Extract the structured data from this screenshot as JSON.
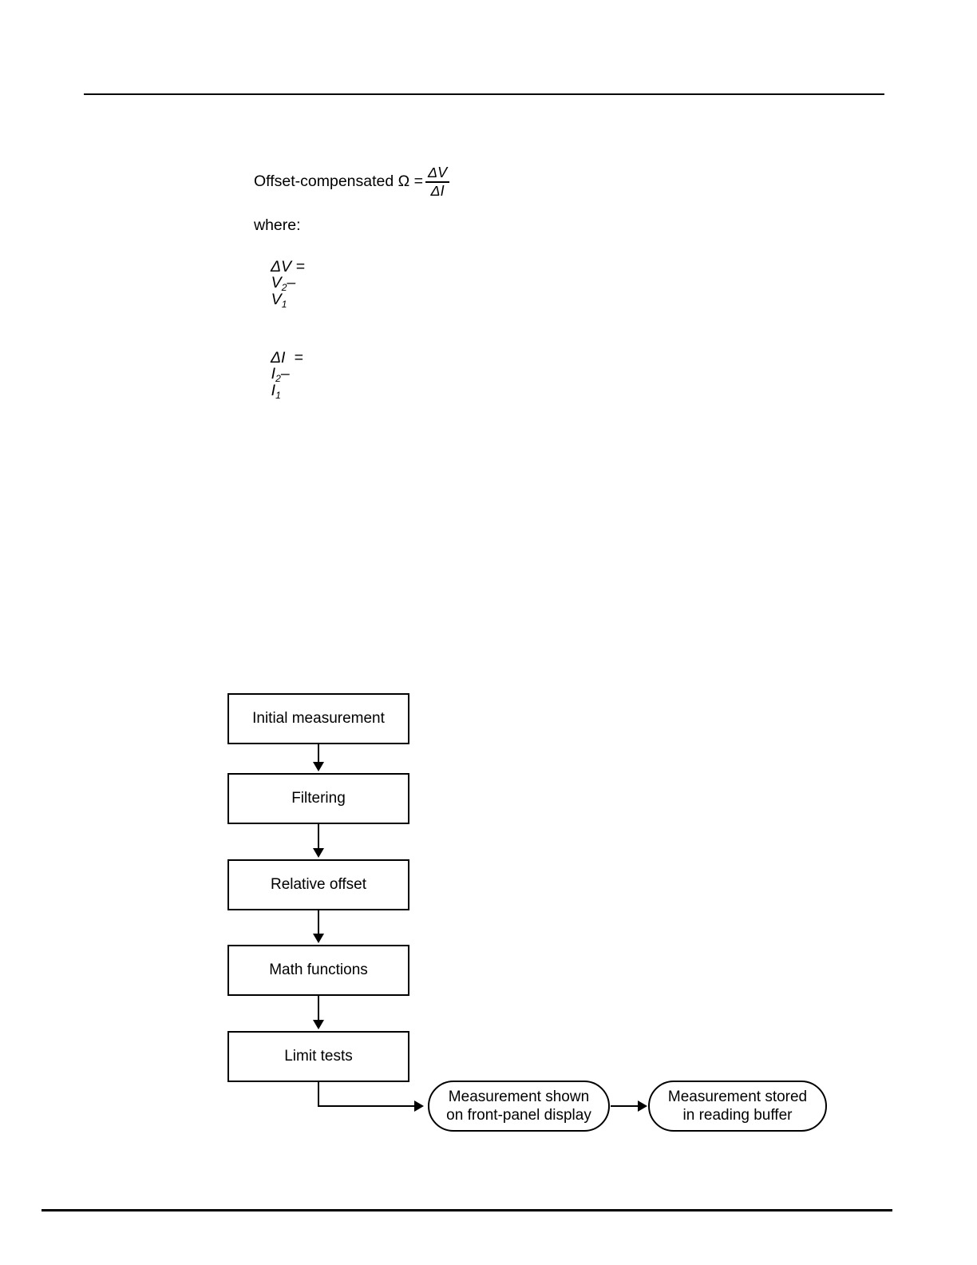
{
  "page": {
    "background_color": "#ffffff",
    "ink_color": "#000000",
    "header_rule": true,
    "footer_rule": true
  },
  "formula": {
    "lead_text": "Offset-compensated Ω =",
    "fraction": {
      "numerator": "ΔV",
      "denominator": "ΔI"
    },
    "where_label": "where:",
    "definitions": [
      {
        "lhs": "ΔV",
        "equals": "=",
        "term1_base": "V",
        "term1_sub": "2",
        "operator": "–",
        "term2_base": "V",
        "term2_sub": "1"
      },
      {
        "lhs": "ΔI",
        "equals": "=",
        "term1_base": "I",
        "term1_sub": "2",
        "operator": "–",
        "term2_base": "I",
        "term2_sub": "1"
      }
    ]
  },
  "flowchart": {
    "steps": [
      {
        "label": "Initial measurement"
      },
      {
        "label": "Filtering"
      },
      {
        "label": "Relative offset"
      },
      {
        "label": "Math functions"
      },
      {
        "label": "Limit tests"
      }
    ],
    "outputs": [
      {
        "line1": "Measurement shown",
        "line2": "on front-panel display"
      },
      {
        "line1": "Measurement stored",
        "line2": "in reading buffer"
      }
    ]
  }
}
